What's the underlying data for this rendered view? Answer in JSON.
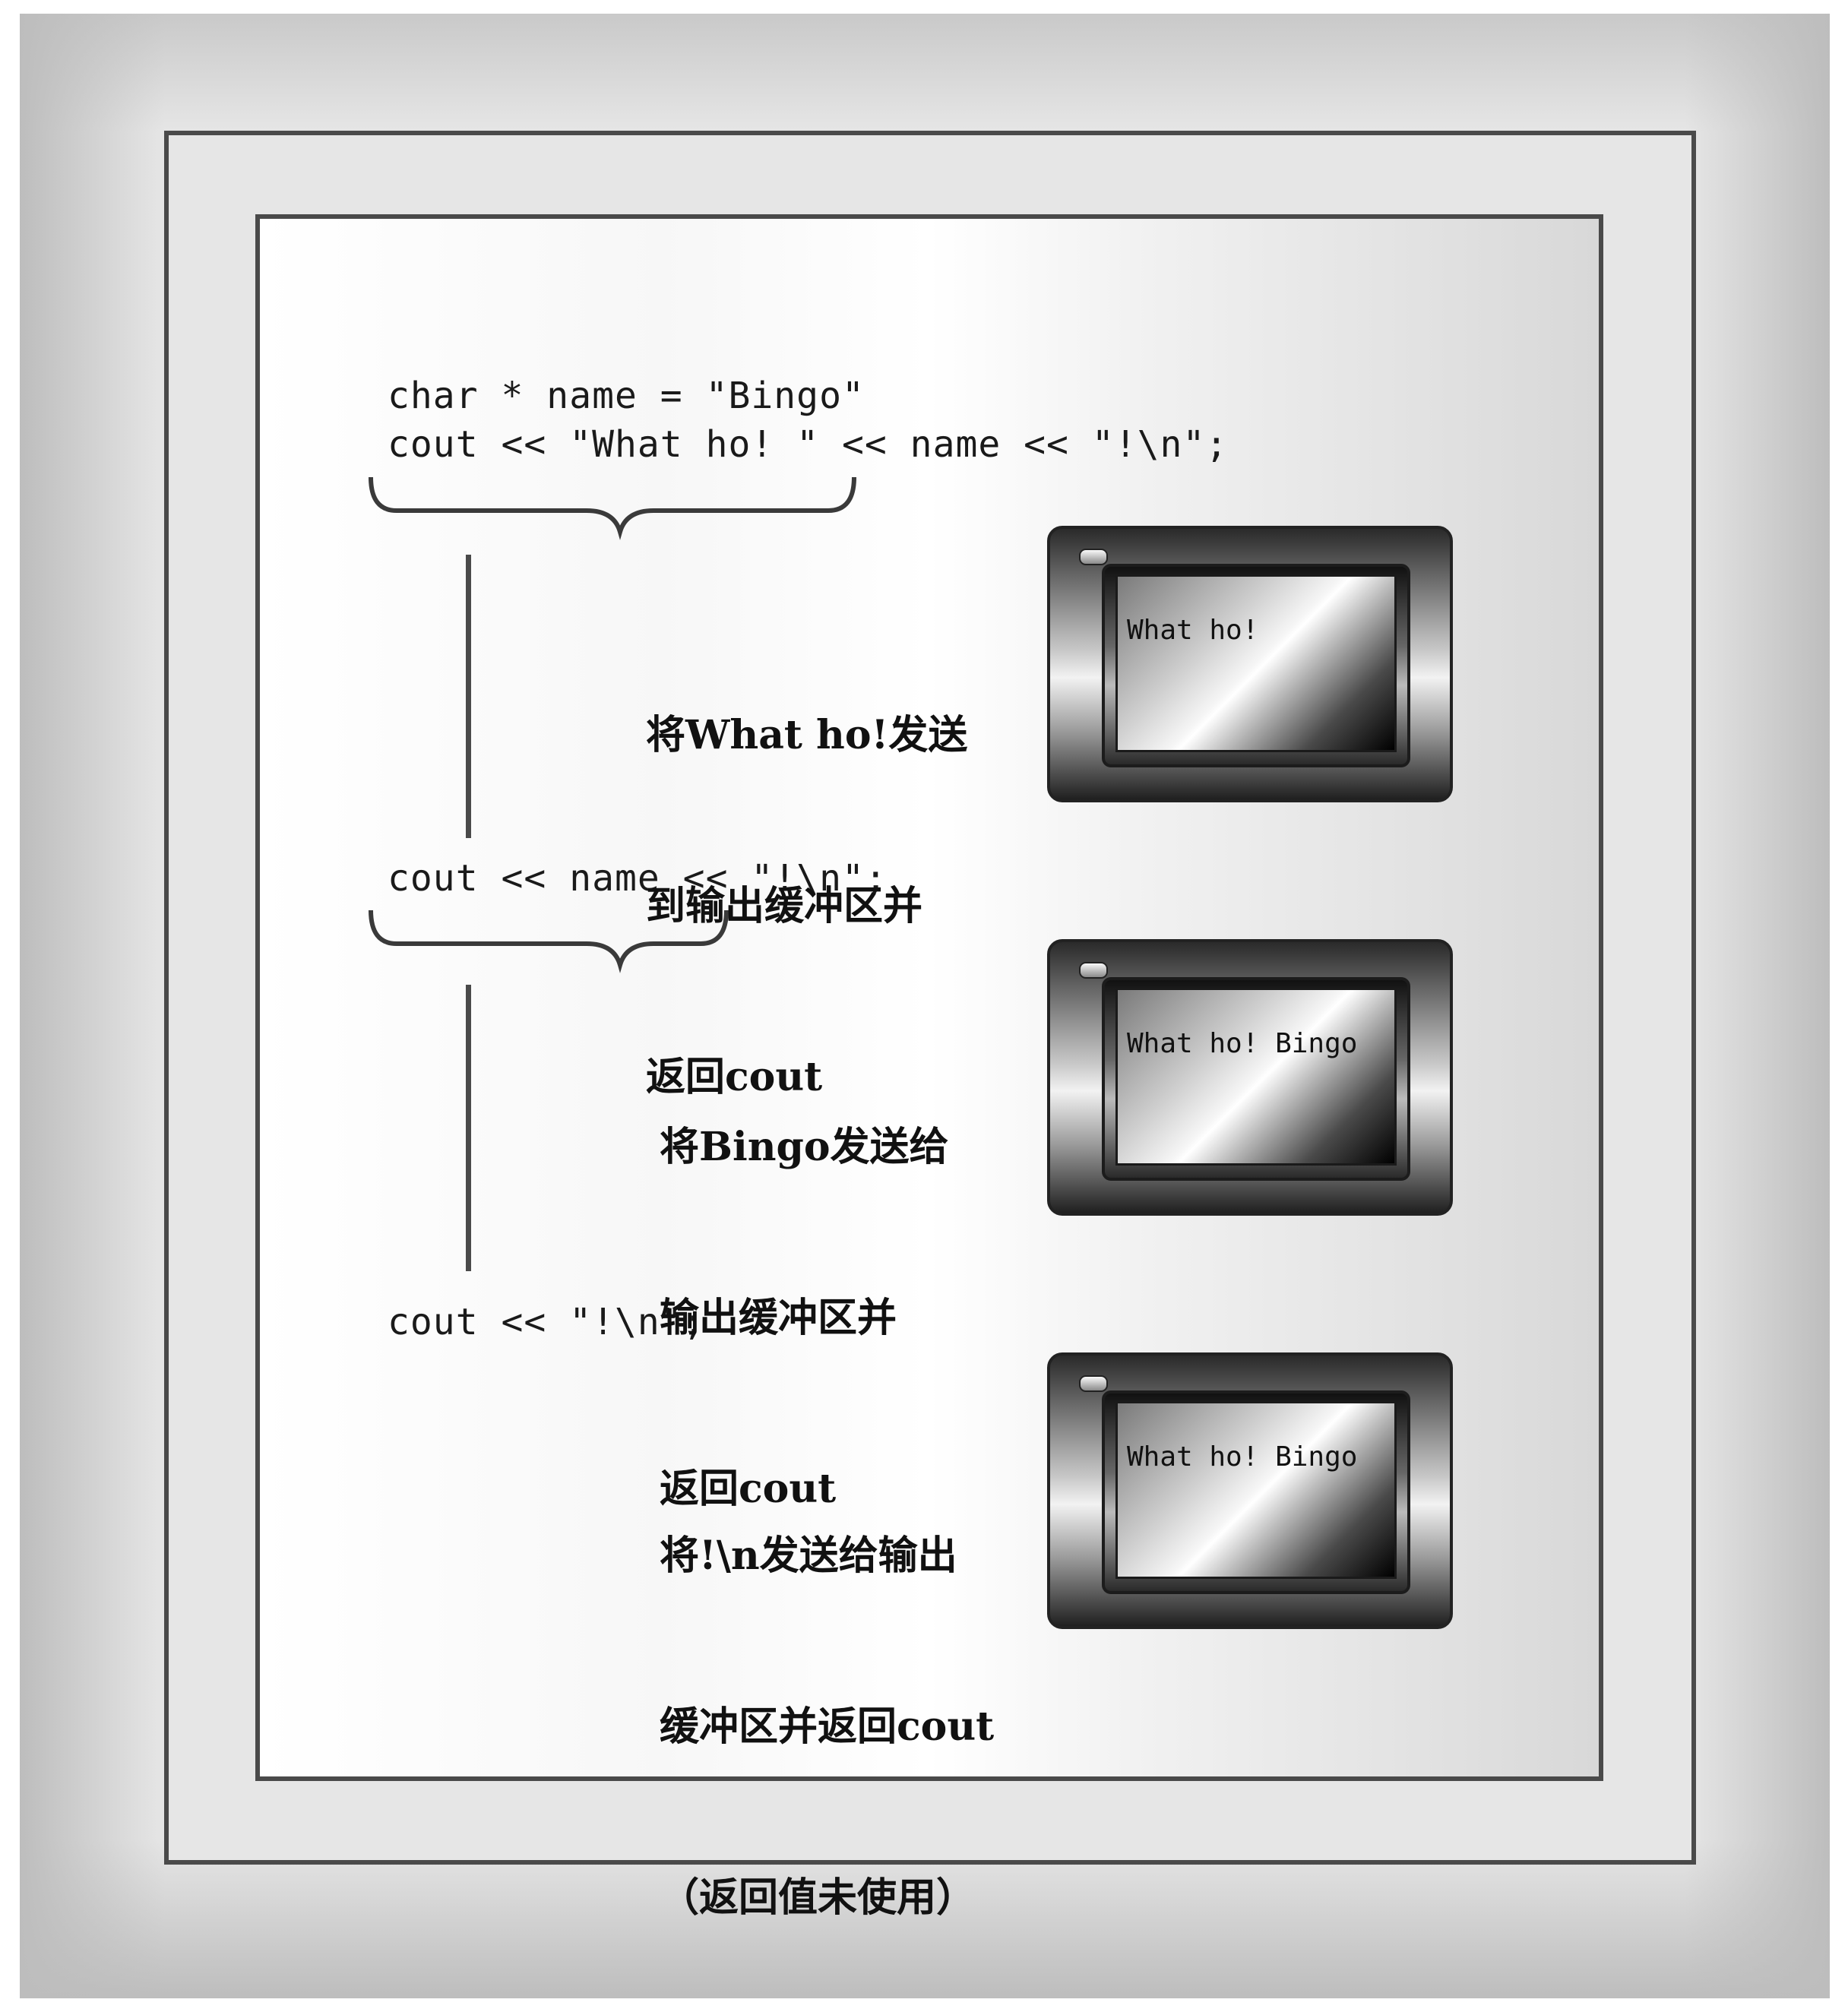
{
  "code_lines": {
    "line1": "char * name = \"Bingo\"",
    "line2": "cout << \"What ho! \" << name << \"!\\n\";",
    "line3": "cout << name << \"!\\n\";",
    "line4": "cout << \"!\\n\";"
  },
  "steps": [
    {
      "caption": [
        "将What ho!发送",
        "到输出缓冲区并",
        "返回cout"
      ],
      "screen_text": "What ho!"
    },
    {
      "caption": [
        "将Bingo发送给",
        "输出缓冲区并",
        "返回cout"
      ],
      "screen_text": "What ho! Bingo"
    },
    {
      "caption": [
        "将!\\n发送给输出",
        "缓冲区并返回cout",
        "（返回值未使用）"
      ],
      "screen_text": "What ho! Bingo"
    }
  ]
}
